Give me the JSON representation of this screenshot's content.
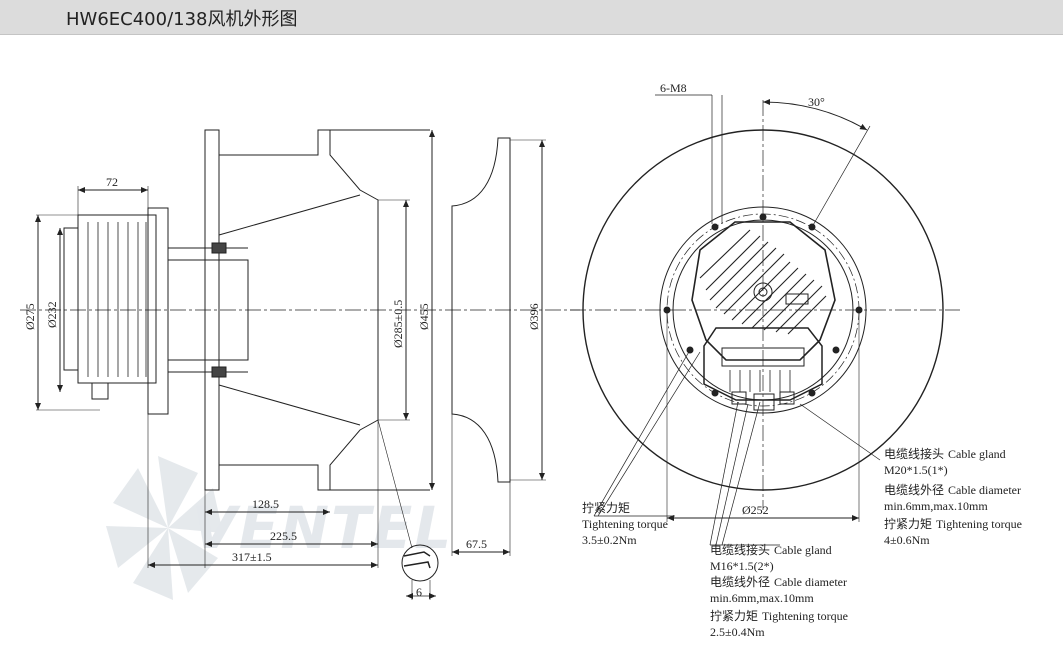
{
  "title": "HW6EC400/138风机外形图",
  "watermark": "VENTEL",
  "dimensions": {
    "d275": "Ø275",
    "d232": "Ø232",
    "w72": "72",
    "d285": "Ø285±0.5",
    "d455": "Ø455",
    "d396": "Ø396",
    "l128": "128.5",
    "l225": "225.5",
    "l317": "317±1.5",
    "l67": "67.5",
    "l6": "6",
    "d252": "Ø252",
    "m8": "6-M8",
    "angle": "30°"
  },
  "notes": {
    "left": {
      "cn": "拧紧力矩",
      "en": "Tightening torque",
      "val": "3.5±0.2Nm"
    },
    "bottom": {
      "gland_cn": "电缆线接头",
      "gland_en": "Cable gland",
      "gland_spec": "M16*1.5(2*)",
      "diam_cn": "电缆线外径",
      "diam_en": "Cable diameter",
      "diam_spec": "min.6mm,max.10mm",
      "torque_cn": "拧紧力矩",
      "torque_en": "Tightening torque",
      "torque_val": "2.5±0.4Nm"
    },
    "right": {
      "gland_cn": "电缆线接头",
      "gland_en": "Cable gland",
      "gland_spec": "M20*1.5(1*)",
      "diam_cn": "电缆线外径",
      "diam_en": "Cable diameter",
      "diam_spec": "min.6mm,max.10mm",
      "torque_cn": "拧紧力矩",
      "torque_en": "Tightening torque",
      "torque_val": "4±0.6Nm"
    }
  }
}
